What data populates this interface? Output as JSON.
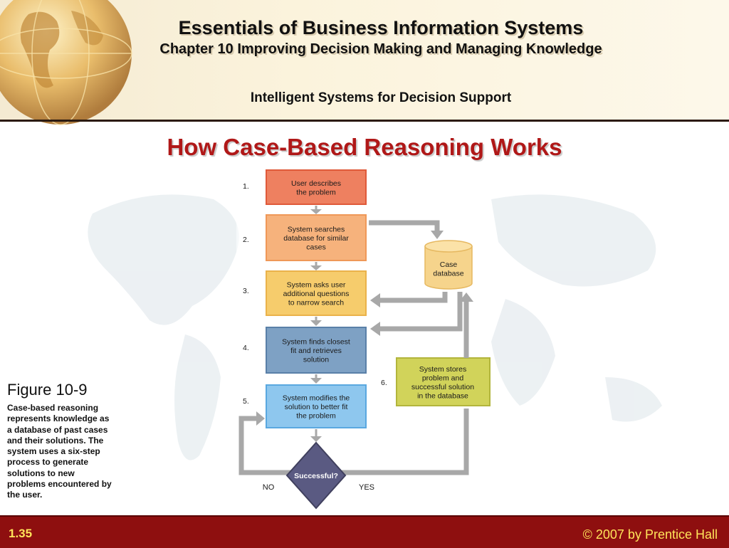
{
  "header": {
    "book_title": "Essentials of Business Information Systems",
    "chapter": "Chapter 10 Improving Decision Making and Managing Knowledge",
    "section": "Intelligent Systems for Decision Support"
  },
  "slide_title": "How Case-Based Reasoning Works",
  "diagram": {
    "steps": [
      {
        "number": "1.",
        "lines": [
          "User describes",
          "the problem"
        ]
      },
      {
        "number": "2.",
        "lines": [
          "System searches",
          "database for similar",
          "cases"
        ]
      },
      {
        "number": "3.",
        "lines": [
          "System asks user",
          "additional questions",
          "to narrow search"
        ]
      },
      {
        "number": "4.",
        "lines": [
          "System finds closest",
          "fit and retrieves",
          "solution"
        ]
      },
      {
        "number": "5.",
        "lines": [
          "System modifies the",
          "solution to better fit",
          "the problem"
        ]
      },
      {
        "number": "6.",
        "lines": [
          "System stores",
          "problem and",
          "successful solution",
          "in the database"
        ]
      }
    ],
    "database_lines": [
      "Case",
      "database"
    ],
    "decision": "Successful?",
    "no_label": "NO",
    "yes_label": "YES",
    "colors": {
      "step1": "#ee8060",
      "step2": "#f6b27c",
      "step3": "#f6cc6c",
      "step4": "#7ea1c4",
      "step5": "#8ec7ee",
      "step6": "#d1d35a",
      "database": "#f6d48c",
      "decision": "#5a5a82",
      "arrows": "#a8a8a8"
    }
  },
  "figure": {
    "title": "Figure 10-9",
    "caption": "Case-based reasoning represents knowledge as a database of past cases and their solutions. The system uses a six-step process to generate solutions to new problems encountered by the user."
  },
  "footer": {
    "slide_number": "1.35",
    "copyright": "© 2007 by Prentice Hall"
  },
  "theme": {
    "title_red": "#b01818",
    "footer_red": "#8e0f0f",
    "footer_text": "#ffe45a"
  }
}
